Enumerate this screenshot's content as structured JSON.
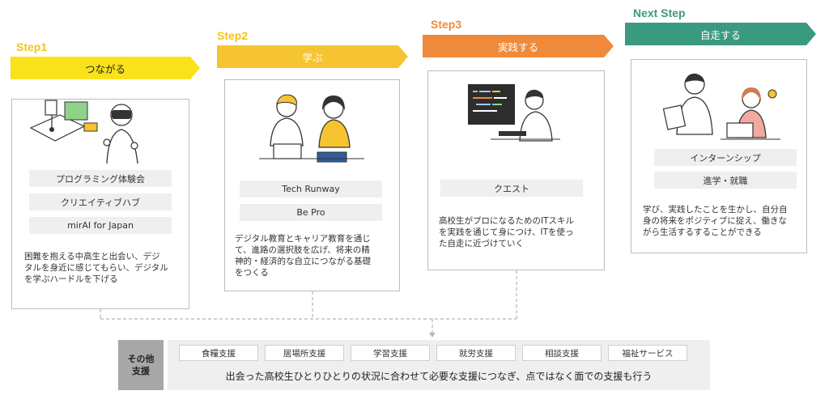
{
  "steps": [
    {
      "label": "Step1",
      "title": "つながる",
      "items": [
        "プログラミング体験会",
        "クリエイティブハブ",
        "mirAI for Japan"
      ],
      "desc": [
        "困難を抱える中高生と出会い、デジ",
        "タルを身近に感じてもらい、デジタル",
        "を学ぶハードルを下げる"
      ],
      "label_color": "#f5c518",
      "banner_color": "#f9e21a"
    },
    {
      "label": "Step2",
      "title": "学ぶ",
      "items": [
        "Tech Runway",
        "Be Pro"
      ],
      "desc": [
        "デジタル教育とキャリア教育を通じ",
        "て、進路の選択肢を広げ、将来の精",
        "神的・経済的な自立につながる基礎",
        "をつくる"
      ],
      "label_color": "#f5c518",
      "banner_color": "#f6c431"
    },
    {
      "label": "Step3",
      "title": "実践する",
      "items": [
        "クエスト"
      ],
      "desc": [
        "高校生がプロになるためのITスキル",
        "を実践を通じて身につけ、ITを使っ",
        "た自走に近づけていく"
      ],
      "label_color": "#f08a3a",
      "banner_color": "#f08a3a"
    },
    {
      "label": "Next Step",
      "title": "自走する",
      "items": [
        "インターンシップ",
        "進学・就職"
      ],
      "desc": [
        "学び、実践したことを生かし、自分自",
        "身の将来をポジティブに捉え、働きな",
        "がら生活するすることができる"
      ],
      "label_color": "#3a9a7f",
      "banner_color": "#3a9a7f"
    }
  ],
  "other": {
    "label_line1": "その他",
    "label_line2": "支援",
    "supports": [
      "食糧支援",
      "居場所支援",
      "学習支援",
      "就労支援",
      "相談支援",
      "福祉サービス"
    ],
    "summary": "出会った高校生ひとりひとりの状況に合わせて必要な支援につなぎ、点ではなく面での支援も行う"
  }
}
